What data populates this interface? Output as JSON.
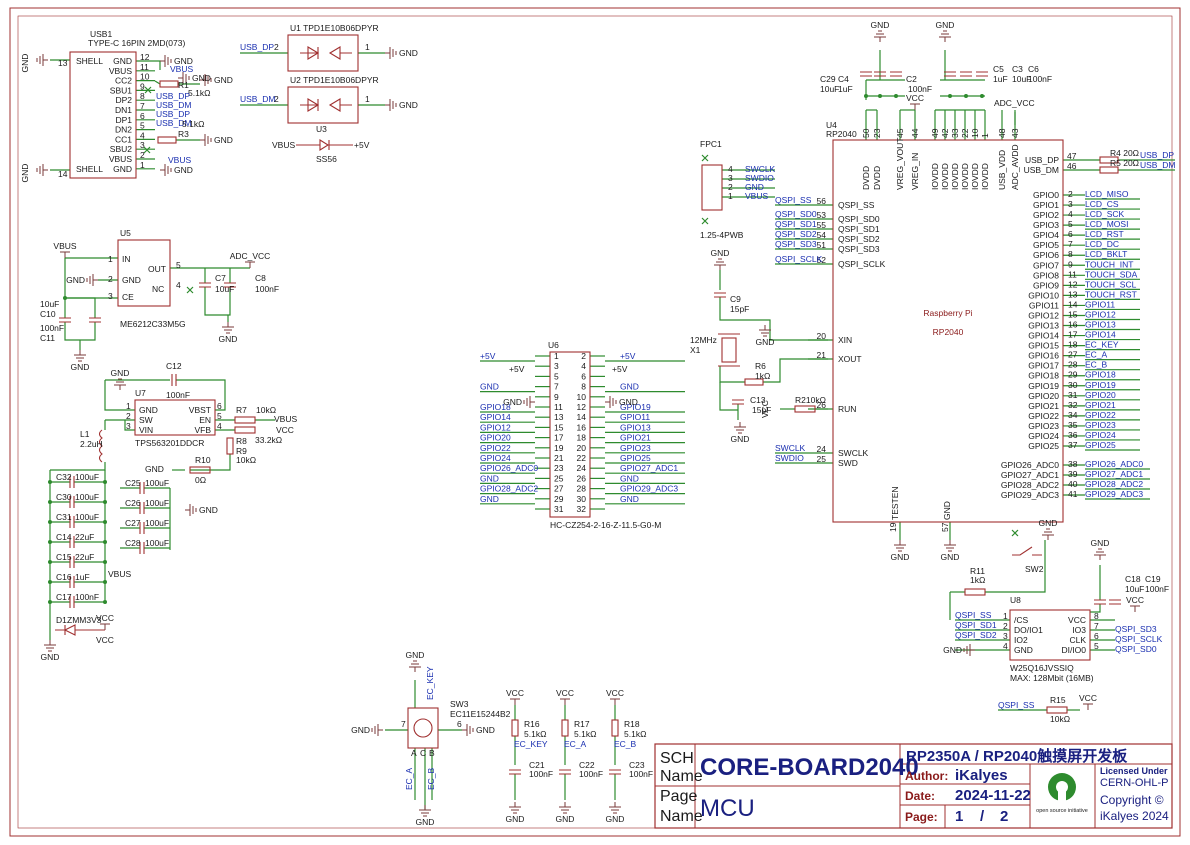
{
  "title_block": {
    "sch_label": "SCH",
    "name_label": "Name",
    "page_name_label": "Page Name",
    "sch_name": "CORE-BOARD2040",
    "page_name": "MCU",
    "project": "RP2350A / RP2040触摸屏开发板",
    "author_label": "Author:",
    "author": "iKalyes",
    "date_label": "Date:",
    "date": "2024-11-22",
    "page_label": "Page:",
    "page_num": "1",
    "page_sep": "/",
    "page_total": "2",
    "license_label": "Licensed Under",
    "license": "CERN-OHL-P",
    "copyright": "Copyright ©",
    "copyright_holder": "iKalyes 2024",
    "osi_logo_text": "open source initiative"
  },
  "mcu": {
    "ref": "U4",
    "value": "RP2040",
    "name_line1": "Raspberry Pi",
    "name_line2": "RP2040",
    "top_pins": [
      "DVDD",
      "DVDD",
      "VREG_VOUT",
      "VREG_IN",
      "IOVDD",
      "IOVDD",
      "IOVDD",
      "IOVDD",
      "IOVDD",
      "IOVDD",
      "USB_VDD",
      "ADC_AVDD"
    ],
    "top_pin_nums": [
      "50",
      "23",
      "45",
      "44",
      "49",
      "42",
      "33",
      "22",
      "10",
      "1",
      "48",
      "43"
    ],
    "left_pins": [
      {
        "num": "56",
        "name": "QSPI_SS",
        "net": "QSPI_SS"
      },
      {
        "num": "53",
        "name": "QSPI_SD0",
        "net": "QSPI_SD0"
      },
      {
        "num": "55",
        "name": "QSPI_SD1",
        "net": "QSPI_SD1"
      },
      {
        "num": "54",
        "name": "QSPI_SD2",
        "net": "QSPI_SD2"
      },
      {
        "num": "51",
        "name": "QSPI_SD3",
        "net": "QSPI_SD3"
      },
      {
        "num": "52",
        "name": "QSPI_SCLK",
        "net": "QSPI_SCLK"
      },
      {
        "num": "20",
        "name": "XIN",
        "net": ""
      },
      {
        "num": "21",
        "name": "XOUT",
        "net": ""
      },
      {
        "num": "26",
        "name": "RUN",
        "net": ""
      },
      {
        "num": "24",
        "name": "SWCLK",
        "net": "SWCLK"
      },
      {
        "num": "25",
        "name": "SWD",
        "net": "SWDIO"
      }
    ],
    "right_top": [
      {
        "num": "47",
        "name": "USB_DP",
        "net": "USB_DP"
      },
      {
        "num": "46",
        "name": "USB_DM",
        "net": "USB_DM"
      }
    ],
    "right_gpio": [
      {
        "num": "2",
        "name": "GPIO0",
        "net": "LCD_MISO"
      },
      {
        "num": "3",
        "name": "GPIO1",
        "net": "LCD_CS"
      },
      {
        "num": "4",
        "name": "GPIO2",
        "net": "LCD_SCK"
      },
      {
        "num": "5",
        "name": "GPIO3",
        "net": "LCD_MOSI"
      },
      {
        "num": "6",
        "name": "GPIO4",
        "net": "LCD_RST"
      },
      {
        "num": "7",
        "name": "GPIO5",
        "net": "LCD_DC"
      },
      {
        "num": "8",
        "name": "GPIO6",
        "net": "LCD_BKLT"
      },
      {
        "num": "9",
        "name": "GPIO7",
        "net": "TOUCH_INT"
      },
      {
        "num": "11",
        "name": "GPIO8",
        "net": "TOUCH_SDA"
      },
      {
        "num": "12",
        "name": "GPIO9",
        "net": "TOUCH_SCL"
      },
      {
        "num": "13",
        "name": "GPIO10",
        "net": "TOUCH_RST"
      },
      {
        "num": "14",
        "name": "GPIO11",
        "net": "GPIO11"
      },
      {
        "num": "15",
        "name": "GPIO12",
        "net": "GPIO12"
      },
      {
        "num": "16",
        "name": "GPIO13",
        "net": "GPIO13"
      },
      {
        "num": "17",
        "name": "GPIO14",
        "net": "GPIO14"
      },
      {
        "num": "18",
        "name": "GPIO15",
        "net": "EC_KEY"
      },
      {
        "num": "27",
        "name": "GPIO16",
        "net": "EC_A"
      },
      {
        "num": "28",
        "name": "GPIO17",
        "net": "EC_B"
      },
      {
        "num": "29",
        "name": "GPIO18",
        "net": "GPIO18"
      },
      {
        "num": "30",
        "name": "GPIO19",
        "net": "GPIO19"
      },
      {
        "num": "31",
        "name": "GPIO20",
        "net": "GPIO20"
      },
      {
        "num": "32",
        "name": "GPIO21",
        "net": "GPIO21"
      },
      {
        "num": "34",
        "name": "GPIO22",
        "net": "GPIO22"
      },
      {
        "num": "35",
        "name": "GPIO23",
        "net": "GPIO23"
      },
      {
        "num": "36",
        "name": "GPIO24",
        "net": "GPIO24"
      },
      {
        "num": "37",
        "name": "GPIO25",
        "net": "GPIO25"
      }
    ],
    "right_adc": [
      {
        "num": "38",
        "name": "GPIO26_ADC0",
        "net": "GPIO26_ADC0"
      },
      {
        "num": "39",
        "name": "GPIO27_ADC1",
        "net": "GPIO27_ADC1"
      },
      {
        "num": "40",
        "name": "GPIO28_ADC2",
        "net": "GPIO28_ADC2"
      },
      {
        "num": "41",
        "name": "GPIO29_ADC3",
        "net": "GPIO29_ADC3"
      }
    ],
    "bottom_pins": [
      {
        "num": "19",
        "name": "TESTEN"
      },
      {
        "num": "57",
        "name": "GND"
      }
    ]
  },
  "usb": {
    "ref": "USB1",
    "value": "TYPE-C 16PIN 2MD(073)",
    "left_pins": [
      {
        "num": "13",
        "name": "SHELL"
      },
      {
        "num": "14",
        "name": "SHELL"
      }
    ],
    "right_pins": [
      {
        "num": "12",
        "name": "GND"
      },
      {
        "num": "11",
        "name": "VBUS"
      },
      {
        "num": "10",
        "name": "CC2"
      },
      {
        "num": "9",
        "name": "SBU1"
      },
      {
        "num": "8",
        "name": "DP2"
      },
      {
        "num": "7",
        "name": "DN1"
      },
      {
        "num": "6",
        "name": "DP1"
      },
      {
        "num": "5",
        "name": "DN2"
      },
      {
        "num": "4",
        "name": "CC1"
      },
      {
        "num": "3",
        "name": "SBU2"
      },
      {
        "num": "2",
        "name": "VBUS"
      },
      {
        "num": "1",
        "name": "GND"
      }
    ],
    "r1": "R1",
    "r1_val": "5.1kΩ",
    "r3": "R3",
    "r3_val": "5.1kΩ",
    "nets": [
      "VBUS",
      "USB_DP",
      "USB_DM",
      "USB_DP",
      "USB_DM",
      "VBUS"
    ]
  },
  "tvs": [
    {
      "ref": "U1",
      "value": "TPD1E10B06DPYR",
      "net": "USB_DP",
      "pin_l": "2",
      "pin_r": "1"
    },
    {
      "ref": "U2",
      "value": "TPD1E10B06DPYR",
      "net": "USB_DM",
      "pin_l": "2",
      "pin_r": "1"
    }
  ],
  "schottky": {
    "ref": "U3",
    "value": "SS56",
    "in": "VBUS",
    "out": "+5V"
  },
  "ldo": {
    "ref": "U5",
    "value": "ME6212C33M5G",
    "pins": [
      {
        "num": "1",
        "name": "IN"
      },
      {
        "num": "2",
        "name": "GND"
      },
      {
        "num": "3",
        "name": "CE"
      },
      {
        "num": "5",
        "name": "OUT"
      },
      {
        "num": "4",
        "name": "NC"
      }
    ],
    "in_net": "VBUS",
    "out_net": "ADC_VCC",
    "caps": [
      {
        "ref": "C10",
        "val": "10uF"
      },
      {
        "ref": "C11",
        "val": "100nF"
      },
      {
        "ref": "C7",
        "val": "10uF"
      },
      {
        "ref": "C8",
        "val": "100nF"
      }
    ]
  },
  "buck": {
    "ref": "U7",
    "value": "TPS563201DDCR",
    "pins": [
      {
        "num": "1",
        "name": "GND"
      },
      {
        "num": "2",
        "name": "SW"
      },
      {
        "num": "3",
        "name": "VIN"
      },
      {
        "num": "6",
        "name": "VBST"
      },
      {
        "num": "5",
        "name": "EN"
      },
      {
        "num": "4",
        "name": "VFB"
      }
    ],
    "c12": "C12",
    "c12_val": "100nF",
    "l1": "L1",
    "l1_val": "2.2uH",
    "r7": "R7",
    "r7_val": "10kΩ",
    "r8": "R8",
    "r8_val": "33.2kΩ",
    "r9": "R9",
    "r9_val": "10kΩ",
    "r10": "R10",
    "r10_val": "0Ω",
    "vbus": "VBUS",
    "vcc": "VCC"
  },
  "bulk_caps": [
    {
      "ref": "C32",
      "val": "100uF"
    },
    {
      "ref": "C30",
      "val": "100uF"
    },
    {
      "ref": "C31",
      "val": "100uF"
    },
    {
      "ref": "C14",
      "val": "22uF"
    },
    {
      "ref": "C15",
      "val": "22uF"
    },
    {
      "ref": "C16",
      "val": "1uF"
    },
    {
      "ref": "C17",
      "val": "100nF"
    }
  ],
  "bulk_caps2": [
    {
      "ref": "C25",
      "val": "100uF"
    },
    {
      "ref": "C26",
      "val": "100uF"
    },
    {
      "ref": "C27",
      "val": "100uF"
    },
    {
      "ref": "C28",
      "val": "100uF"
    }
  ],
  "zener": {
    "ref": "D1",
    "value": "ZMM3V3",
    "net": "VCC"
  },
  "header": {
    "ref": "U6",
    "value": "HC-CZ254-2-16-Z-11.5-G0-M",
    "left_nets": [
      "+5V",
      "",
      "",
      "GND",
      "",
      "GPIO18",
      "GPIO14",
      "GPIO12",
      "GPIO20",
      "GPIO22",
      "GPIO24",
      "GPIO26_ADC0",
      "GND",
      "GPIO28_ADC2",
      "GND"
    ],
    "right_nets": [
      "+5V",
      "",
      "",
      "GND",
      "",
      "GPIO19",
      "GPIO11",
      "GPIO13",
      "GPIO21",
      "GPIO23",
      "GPIO25",
      "GPIO27_ADC1",
      "GND",
      "GPIO29_ADC3",
      "GND"
    ]
  },
  "crystal": {
    "ref": "X1",
    "value": "12MHz",
    "c9": "C9",
    "c9_val": "15pF",
    "c13": "C13",
    "c13_val": "15pF",
    "r6": "R6",
    "r6_val": "1kΩ",
    "r2": "R2",
    "r2_val": "10kΩ"
  },
  "fpc": {
    "ref": "FPC1",
    "value": "1.25-4PWB",
    "nets": [
      "SWCLK",
      "SWDIO",
      "GND",
      "VBUS"
    ]
  },
  "mcu_caps": [
    {
      "ref": "C29",
      "val": "10uF"
    },
    {
      "ref": "C4",
      "val": "1uF"
    },
    {
      "ref": "C2",
      "val": "100nF"
    },
    {
      "ref": "C5",
      "val": "1uF"
    },
    {
      "ref": "C3",
      "val": "10uF"
    },
    {
      "ref": "C6",
      "val": "100nF"
    }
  ],
  "usb_r": [
    {
      "ref": "R4",
      "val": "20Ω",
      "net": "USB_DP"
    },
    {
      "ref": "R5",
      "val": "20Ω",
      "net": "USB_DM"
    }
  ],
  "flash": {
    "ref": "U8",
    "value": "W25Q16JVSSIQ",
    "note": "MAX: 128Mbit (16MB)",
    "left": [
      {
        "num": "1",
        "name": "/CS",
        "net": "QSPI_SS"
      },
      {
        "num": "2",
        "name": "DO/IO1",
        "net": "QSPI_SD1"
      },
      {
        "num": "3",
        "name": "IO2",
        "net": "QSPI_SD2"
      },
      {
        "num": "4",
        "name": "GND",
        "net": "GND"
      }
    ],
    "right": [
      {
        "num": "8",
        "name": "VCC",
        "net": "VCC"
      },
      {
        "num": "7",
        "name": "IO3",
        "net": "QSPI_SD3"
      },
      {
        "num": "6",
        "name": "CLK",
        "net": "QSPI_SCLK"
      },
      {
        "num": "5",
        "name": "DI/IO0",
        "net": "QSPI_SD0"
      }
    ],
    "r11": "R11",
    "r11_val": "1kΩ",
    "sw2": "SW2",
    "c18": "C18",
    "c19": "C19",
    "c18_val": "10uF",
    "c19_val": "100nF",
    "r15": "R15",
    "r15_val": "10kΩ"
  },
  "encoder": {
    "ref": "SW3",
    "value": "EC11E15244B2",
    "nets": [
      "EC_KEY",
      "EC_A",
      "EC_B"
    ],
    "pin_labels": [
      "7",
      "6",
      "A",
      "C",
      "B"
    ],
    "pulls": [
      {
        "r": "R16",
        "rv": "5.1kΩ",
        "c": "C21",
        "cv": "100nF",
        "net": "EC_KEY"
      },
      {
        "r": "R17",
        "rv": "5.1kΩ",
        "c": "C22",
        "cv": "100nF",
        "net": "EC_A"
      },
      {
        "r": "R18",
        "rv": "5.1kΩ",
        "c": "C23",
        "cv": "100nF",
        "net": "EC_B"
      }
    ]
  },
  "common": {
    "gnd": "GND",
    "vcc": "VCC",
    "adc_vcc": "ADC_VCC",
    "vbus": "VBUS",
    "p5v": "+5V",
    "vccsw": "VCC"
  }
}
